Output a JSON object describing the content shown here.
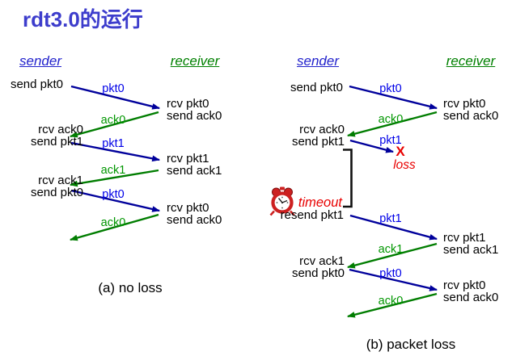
{
  "title": "rdt3.0的运行",
  "colors": {
    "title": "#3d3dcc",
    "sender": "#2222cc",
    "receiver": "#008000",
    "pkt": "#0000e8",
    "ack": "#009600",
    "arrow_pkt": "#00009b",
    "arrow_ack": "#007d00",
    "red": "#e80000"
  },
  "panel_a": {
    "sender_header": "sender",
    "receiver_header": "receiver",
    "caption": "(a) no loss",
    "sender_events": [
      "send pkt0",
      "rcv ack0",
      "send pkt1",
      "rcv ack1",
      "send pkt0"
    ],
    "receiver_events": [
      "rcv pkt0",
      "send ack0",
      "rcv pkt1",
      "send ack1",
      "rcv pkt0",
      "send ack0"
    ],
    "arrow_labels": [
      "pkt0",
      "ack0",
      "pkt1",
      "ack1",
      "pkt0",
      "ack0"
    ]
  },
  "panel_b": {
    "sender_header": "sender",
    "receiver_header": "receiver",
    "caption": "(b) packet loss",
    "sender_events": [
      "send pkt0",
      "rcv ack0",
      "send pkt1",
      "resend pkt1",
      "rcv ack1",
      "send pkt0"
    ],
    "receiver_events": [
      "rcv pkt0",
      "send ack0",
      "rcv pkt1",
      "send ack1",
      "rcv pkt0",
      "send ack0"
    ],
    "arrow_labels": [
      "pkt0",
      "ack0",
      "pkt1",
      "pkt1",
      "ack1",
      "pkt0",
      "ack0"
    ],
    "loss_mark": "X",
    "loss_label": "loss",
    "timeout_label": "timeout",
    "clock_icon": "alarm-clock-icon"
  }
}
